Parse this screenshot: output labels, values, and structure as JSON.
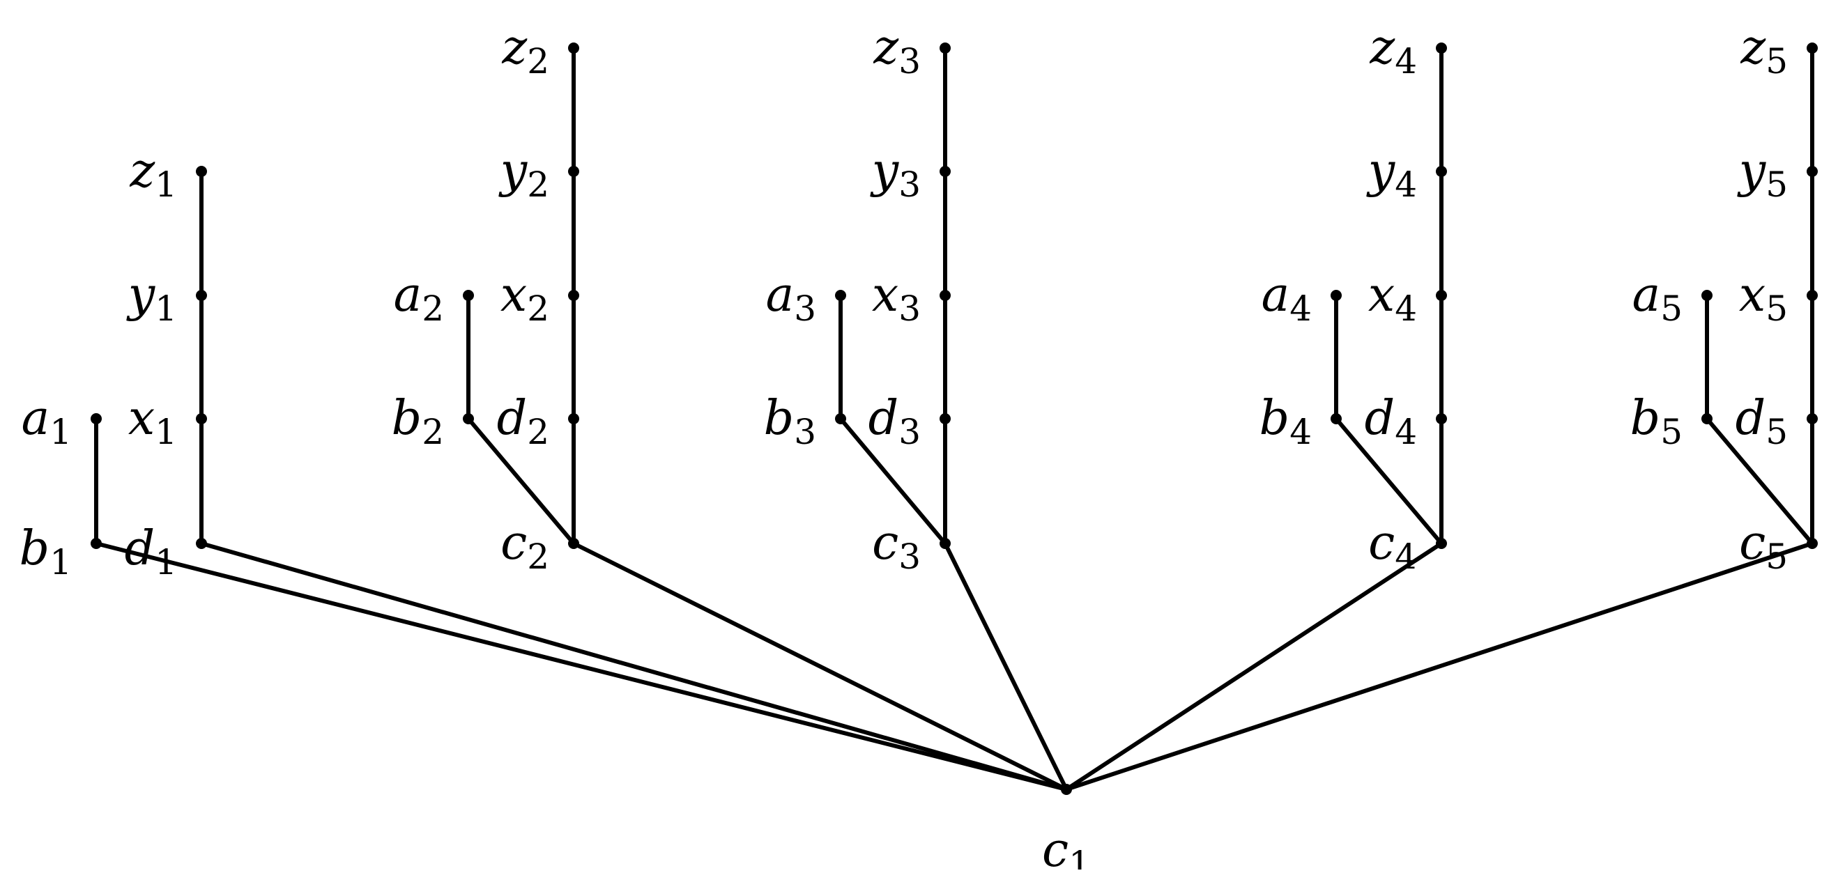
{
  "nodes": [
    {
      "id": "c1",
      "name": "c",
      "sub": "1"
    },
    {
      "id": "b1",
      "name": "b",
      "sub": "1"
    },
    {
      "id": "a1",
      "name": "a",
      "sub": "1"
    },
    {
      "id": "d1",
      "name": "d",
      "sub": "1"
    },
    {
      "id": "x1",
      "name": "x",
      "sub": "1"
    },
    {
      "id": "y1",
      "name": "y",
      "sub": "1"
    },
    {
      "id": "z1",
      "name": "z",
      "sub": "1"
    },
    {
      "id": "c2",
      "name": "c",
      "sub": "2"
    },
    {
      "id": "d2",
      "name": "d",
      "sub": "2"
    },
    {
      "id": "x2",
      "name": "x",
      "sub": "2"
    },
    {
      "id": "y2",
      "name": "y",
      "sub": "2"
    },
    {
      "id": "z2",
      "name": "z",
      "sub": "2"
    },
    {
      "id": "b2",
      "name": "b",
      "sub": "2"
    },
    {
      "id": "a2",
      "name": "a",
      "sub": "2"
    },
    {
      "id": "c3",
      "name": "c",
      "sub": "3"
    },
    {
      "id": "d3",
      "name": "d",
      "sub": "3"
    },
    {
      "id": "x3",
      "name": "x",
      "sub": "3"
    },
    {
      "id": "y3",
      "name": "y",
      "sub": "3"
    },
    {
      "id": "z3",
      "name": "z",
      "sub": "3"
    },
    {
      "id": "b3",
      "name": "b",
      "sub": "3"
    },
    {
      "id": "a3",
      "name": "a",
      "sub": "3"
    },
    {
      "id": "c4",
      "name": "c",
      "sub": "4"
    },
    {
      "id": "d4",
      "name": "d",
      "sub": "4"
    },
    {
      "id": "x4",
      "name": "x",
      "sub": "4"
    },
    {
      "id": "y4",
      "name": "y",
      "sub": "4"
    },
    {
      "id": "z4",
      "name": "z",
      "sub": "4"
    },
    {
      "id": "b4",
      "name": "b",
      "sub": "4"
    },
    {
      "id": "a4",
      "name": "a",
      "sub": "4"
    },
    {
      "id": "c5",
      "name": "c",
      "sub": "5"
    },
    {
      "id": "d5",
      "name": "d",
      "sub": "5"
    },
    {
      "id": "x5",
      "name": "x",
      "sub": "5"
    },
    {
      "id": "y5",
      "name": "y",
      "sub": "5"
    },
    {
      "id": "z5",
      "name": "z",
      "sub": "5"
    },
    {
      "id": "b5",
      "name": "b",
      "sub": "5"
    },
    {
      "id": "a5",
      "name": "a",
      "sub": "5"
    }
  ],
  "edges": [
    [
      "c1",
      "b1"
    ],
    [
      "c1",
      "d1"
    ],
    [
      "c1",
      "c2"
    ],
    [
      "c1",
      "c3"
    ],
    [
      "c1",
      "c4"
    ],
    [
      "c1",
      "c5"
    ],
    [
      "b1",
      "a1"
    ],
    [
      "d1",
      "x1"
    ],
    [
      "x1",
      "y1"
    ],
    [
      "y1",
      "z1"
    ],
    [
      "c2",
      "d2"
    ],
    [
      "d2",
      "x2"
    ],
    [
      "x2",
      "y2"
    ],
    [
      "y2",
      "z2"
    ],
    [
      "c2",
      "b2"
    ],
    [
      "b2",
      "a2"
    ],
    [
      "c3",
      "d3"
    ],
    [
      "d3",
      "x3"
    ],
    [
      "x3",
      "y3"
    ],
    [
      "y3",
      "z3"
    ],
    [
      "c3",
      "b3"
    ],
    [
      "b3",
      "a3"
    ],
    [
      "c4",
      "d4"
    ],
    [
      "d4",
      "x4"
    ],
    [
      "x4",
      "y4"
    ],
    [
      "y4",
      "z4"
    ],
    [
      "c4",
      "b4"
    ],
    [
      "b4",
      "a4"
    ],
    [
      "c5",
      "d5"
    ],
    [
      "d5",
      "x5"
    ],
    [
      "x5",
      "y5"
    ],
    [
      "y5",
      "z5"
    ],
    [
      "c5",
      "b5"
    ],
    [
      "b5",
      "a5"
    ]
  ]
}
